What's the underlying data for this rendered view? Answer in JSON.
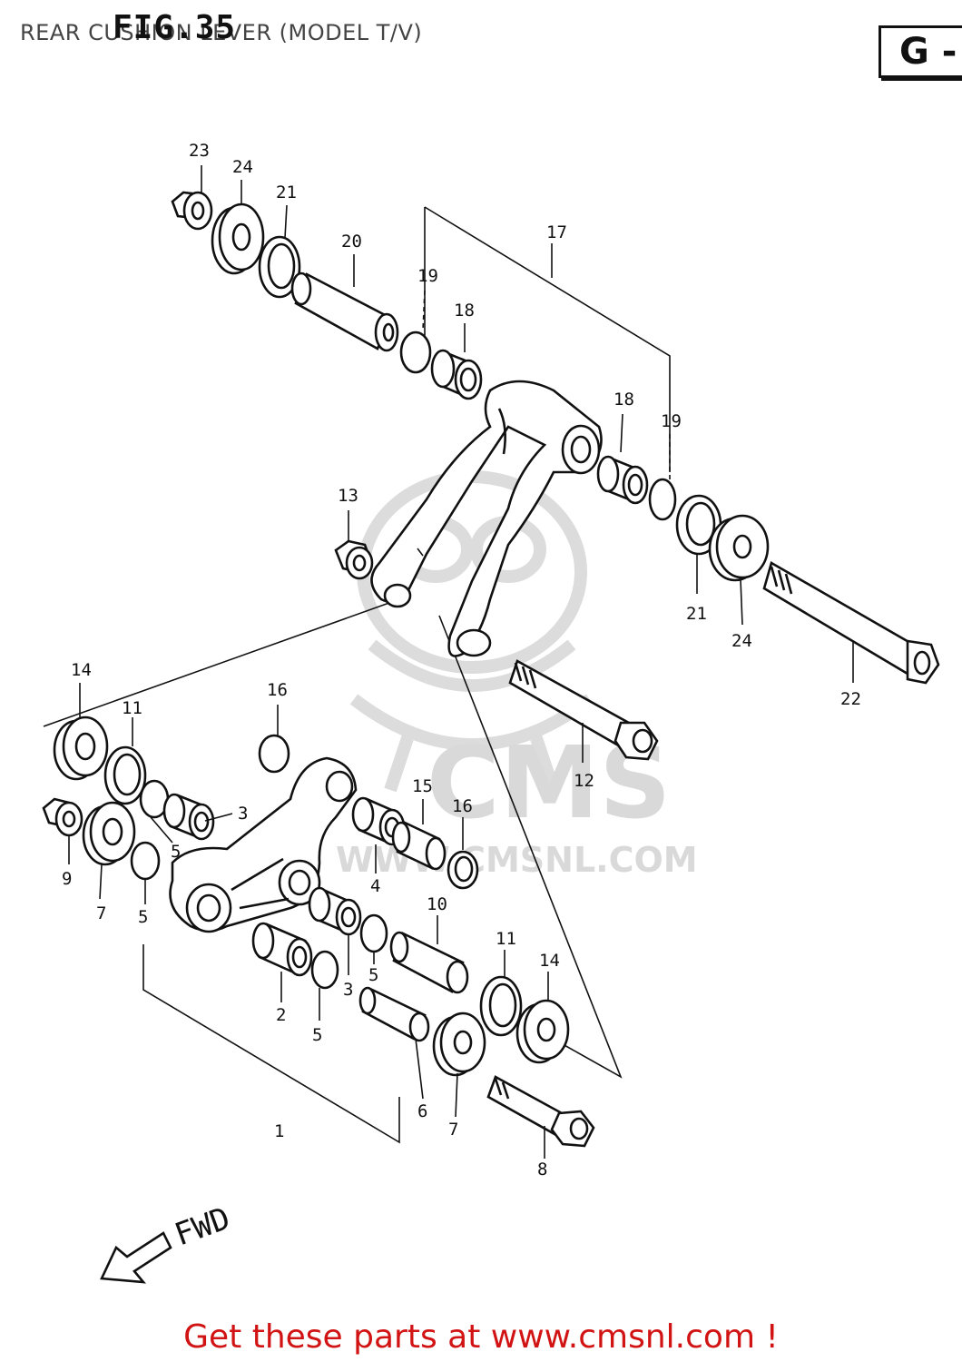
{
  "header": {
    "title": "REAR CUSHION LEVER (MODEL T/V)",
    "figure": "FIG.35",
    "section_badge": "G -"
  },
  "watermark": {
    "brand": "CMS",
    "url": "WWW.CMSNL.COM"
  },
  "direction_label": "FWD",
  "callouts": [
    "1",
    "2",
    "3",
    "3",
    "4",
    "5",
    "5",
    "5",
    "5",
    "6",
    "7",
    "7",
    "8",
    "9",
    "10",
    "11",
    "11",
    "12",
    "13",
    "14",
    "14",
    "15",
    "16",
    "16",
    "17",
    "18",
    "18",
    "19",
    "19",
    "20",
    "21",
    "21",
    "22",
    "23",
    "24",
    "24"
  ],
  "footer": {
    "text": "Get these parts at www.cmsnl.com !"
  },
  "colors": {
    "ink": "#111111",
    "footer_text": "#d11313",
    "watermark": "#d9d9d9"
  }
}
